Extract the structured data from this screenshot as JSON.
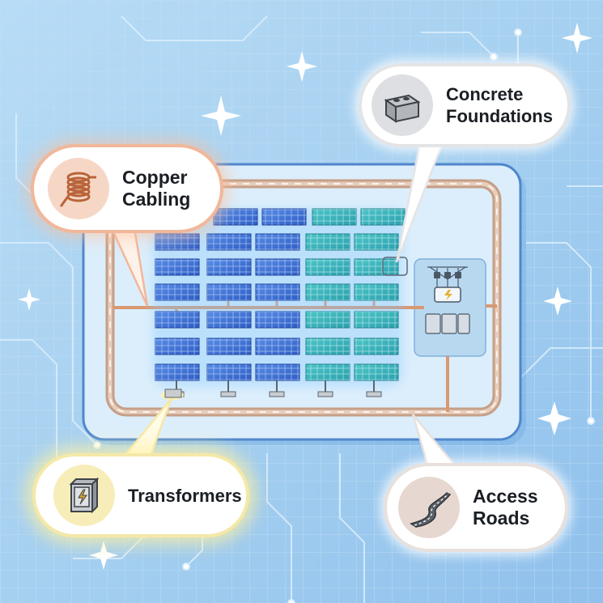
{
  "colors": {
    "background": "#a9d2f1",
    "copper": "#d99870",
    "panel_blue": "#3f72d6",
    "panel_teal": "#33b3b8",
    "road": "#c8a58f"
  },
  "callouts": {
    "copper": {
      "line1": "Copper",
      "line2": "Cabling",
      "icon": "copper-coil-icon"
    },
    "concrete": {
      "line1": "Concrete",
      "line2": "Foundations",
      "icon": "concrete-block-icon"
    },
    "transformers": {
      "line1": "Transformers",
      "icon": "transformer-box-icon"
    },
    "roads": {
      "line1": "Access",
      "line2": "Roads",
      "icon": "road-icon"
    }
  }
}
